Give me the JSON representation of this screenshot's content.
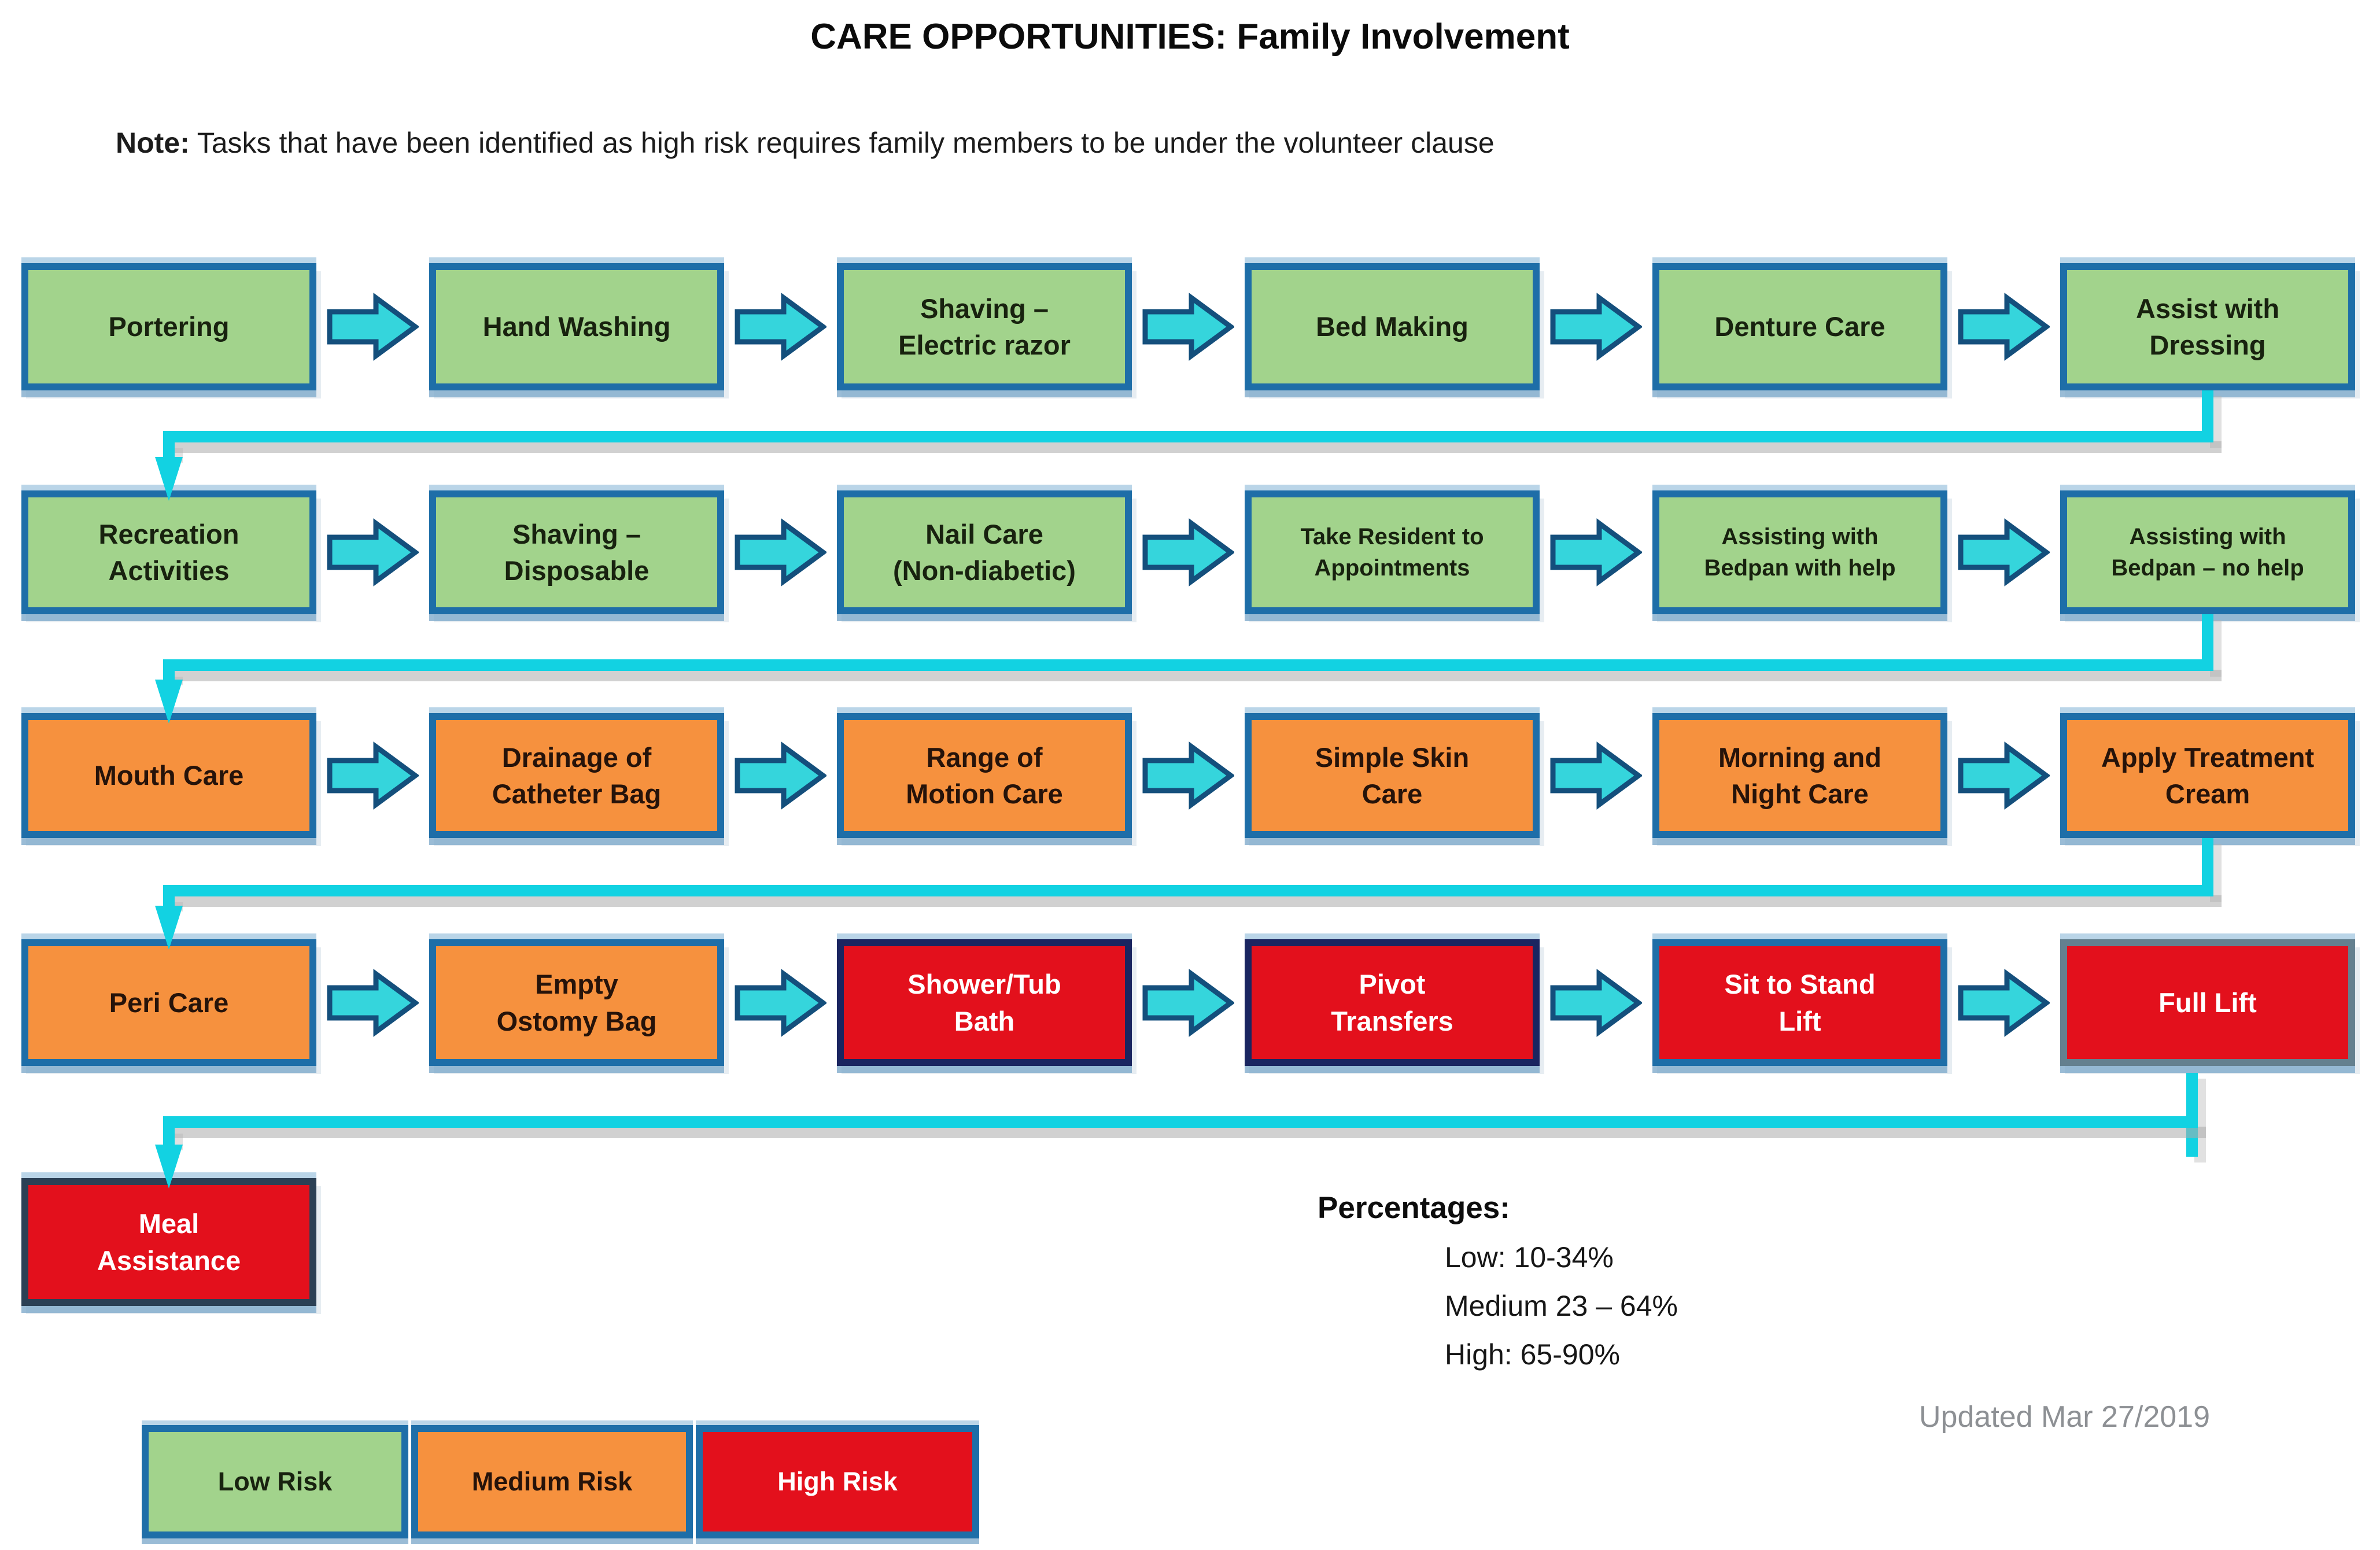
{
  "title": "CARE OPPORTUNITIES: Family Involvement",
  "note": {
    "label": "Note:",
    "text": " Tasks that have been identified as high risk requires family members to be under the volunteer clause"
  },
  "rows": [
    {
      "boxes": [
        {
          "label": "Portering",
          "risk": "low"
        },
        {
          "label": "Hand Washing",
          "risk": "low"
        },
        {
          "label": "Shaving –\nElectric razor",
          "risk": "low"
        },
        {
          "label": "Bed Making",
          "risk": "low"
        },
        {
          "label": "Denture Care",
          "risk": "low"
        },
        {
          "label": "Assist with\nDressing",
          "risk": "low"
        }
      ]
    },
    {
      "boxes": [
        {
          "label": "Recreation\nActivities",
          "risk": "low"
        },
        {
          "label": "Shaving –\nDisposable",
          "risk": "low"
        },
        {
          "label": "Nail Care\n(Non-diabetic)",
          "risk": "low"
        },
        {
          "label": "Take Resident to\nAppointments",
          "risk": "low",
          "small_text": true
        },
        {
          "label": "Assisting with\nBedpan with help",
          "risk": "low",
          "small_text": true
        },
        {
          "label": "Assisting with\nBedpan – no help",
          "risk": "low",
          "small_text": true
        }
      ]
    },
    {
      "boxes": [
        {
          "label": "Mouth Care",
          "risk": "medium"
        },
        {
          "label": "Drainage of\nCatheter Bag",
          "risk": "medium"
        },
        {
          "label": "Range of\nMotion Care",
          "risk": "medium"
        },
        {
          "label": "Simple Skin\nCare",
          "risk": "medium"
        },
        {
          "label": "Morning and\nNight Care",
          "risk": "medium"
        },
        {
          "label": "Apply Treatment\nCream",
          "risk": "medium"
        }
      ]
    },
    {
      "boxes": [
        {
          "label": "Peri Care",
          "risk": "medium"
        },
        {
          "label": "Empty\nOstomy Bag",
          "risk": "medium"
        },
        {
          "label": "Shower/Tub\nBath",
          "risk": "high",
          "border": "navy"
        },
        {
          "label": "Pivot\nTransfers",
          "risk": "high",
          "border": "navy"
        },
        {
          "label": "Sit to Stand\nLift",
          "risk": "high"
        },
        {
          "label": "Full Lift",
          "risk": "high",
          "border": "gray"
        }
      ]
    }
  ],
  "final_box": {
    "label": "Meal\nAssistance",
    "risk": "high",
    "border": "slate"
  },
  "percentages": {
    "heading": "Percentages:",
    "lines": [
      "Low: 10-34%",
      "Medium 23 – 64%",
      "High: 65-90%"
    ]
  },
  "updated": "Updated Mar 27/2019",
  "legend": {
    "items": [
      {
        "label": "Low Risk",
        "risk": "low"
      },
      {
        "label": "Medium Risk",
        "risk": "medium"
      },
      {
        "label": "High Risk",
        "risk": "high"
      }
    ]
  },
  "colors": {
    "low": "#a2d38c",
    "medium": "#f6913e",
    "high": "#e3101c",
    "box_border": "#1e6ea8",
    "arrow_fill": "#35d5dc",
    "arrow_border": "#144f7c",
    "connector": "#12d2e2"
  }
}
